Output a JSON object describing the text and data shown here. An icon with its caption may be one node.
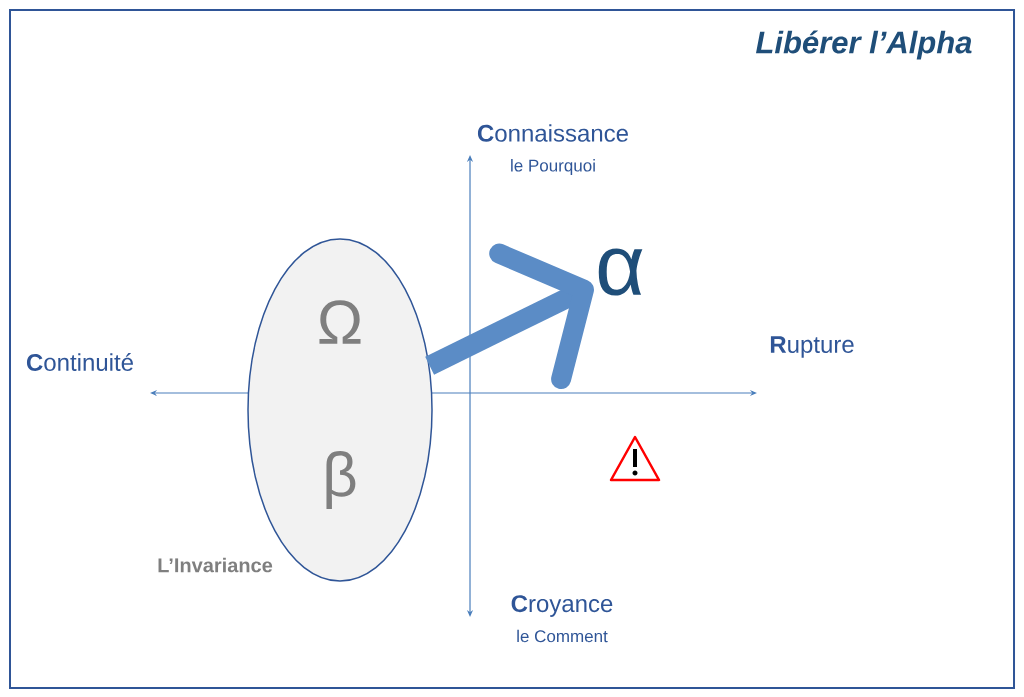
{
  "diagram": {
    "title": "Libérer l’Alpha",
    "nodes": [
      {
        "text": [
          "Ω",
          "β"
        ],
        "beside": [
          "L’Invariance"
        ]
      },
      {
        "text": [
          "α"
        ]
      }
    ],
    "edges": [
      {
        "from": 0,
        "to": 1,
        "arrow": "to"
      }
    ],
    "labels": [
      "**C**onnaissance",
      "le Pourquoi",
      "**C**ontinuité",
      "**R**upture",
      "**C**royance",
      "le Comment"
    ]
  }
}
